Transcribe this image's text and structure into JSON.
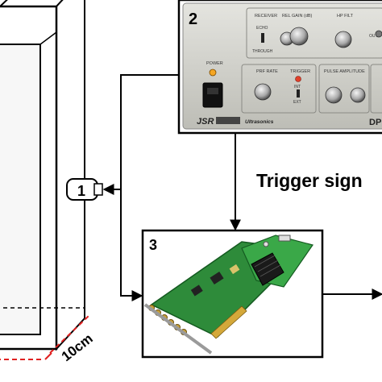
{
  "labels": {
    "sensor": "1",
    "pulser": "2",
    "daq": "3",
    "trigger": "Trigger sign",
    "dimension": "10cm"
  },
  "pulser_panel": {
    "receiver": "RECEIVER",
    "rel_gain": "REL GAIN (dB)",
    "hp_filter": "HP FILT",
    "echo": "ECHO",
    "through": "THROUGH",
    "out": "OUT",
    "power": "POWER",
    "prf_rate": "PRF RATE",
    "trigger": "TRIGGER",
    "int": "INT",
    "ext": "EXT",
    "pulse_amplitude": "PULSE AMPLITUDE",
    "brand": "JSR",
    "brand_sub": "Ultrasonics",
    "model": "DP"
  },
  "colors": {
    "stroke": "#000000",
    "dimension": "#e02020",
    "panel": "#cfcfca",
    "board": "#2e8b3a",
    "power_led": "#f5a623"
  }
}
